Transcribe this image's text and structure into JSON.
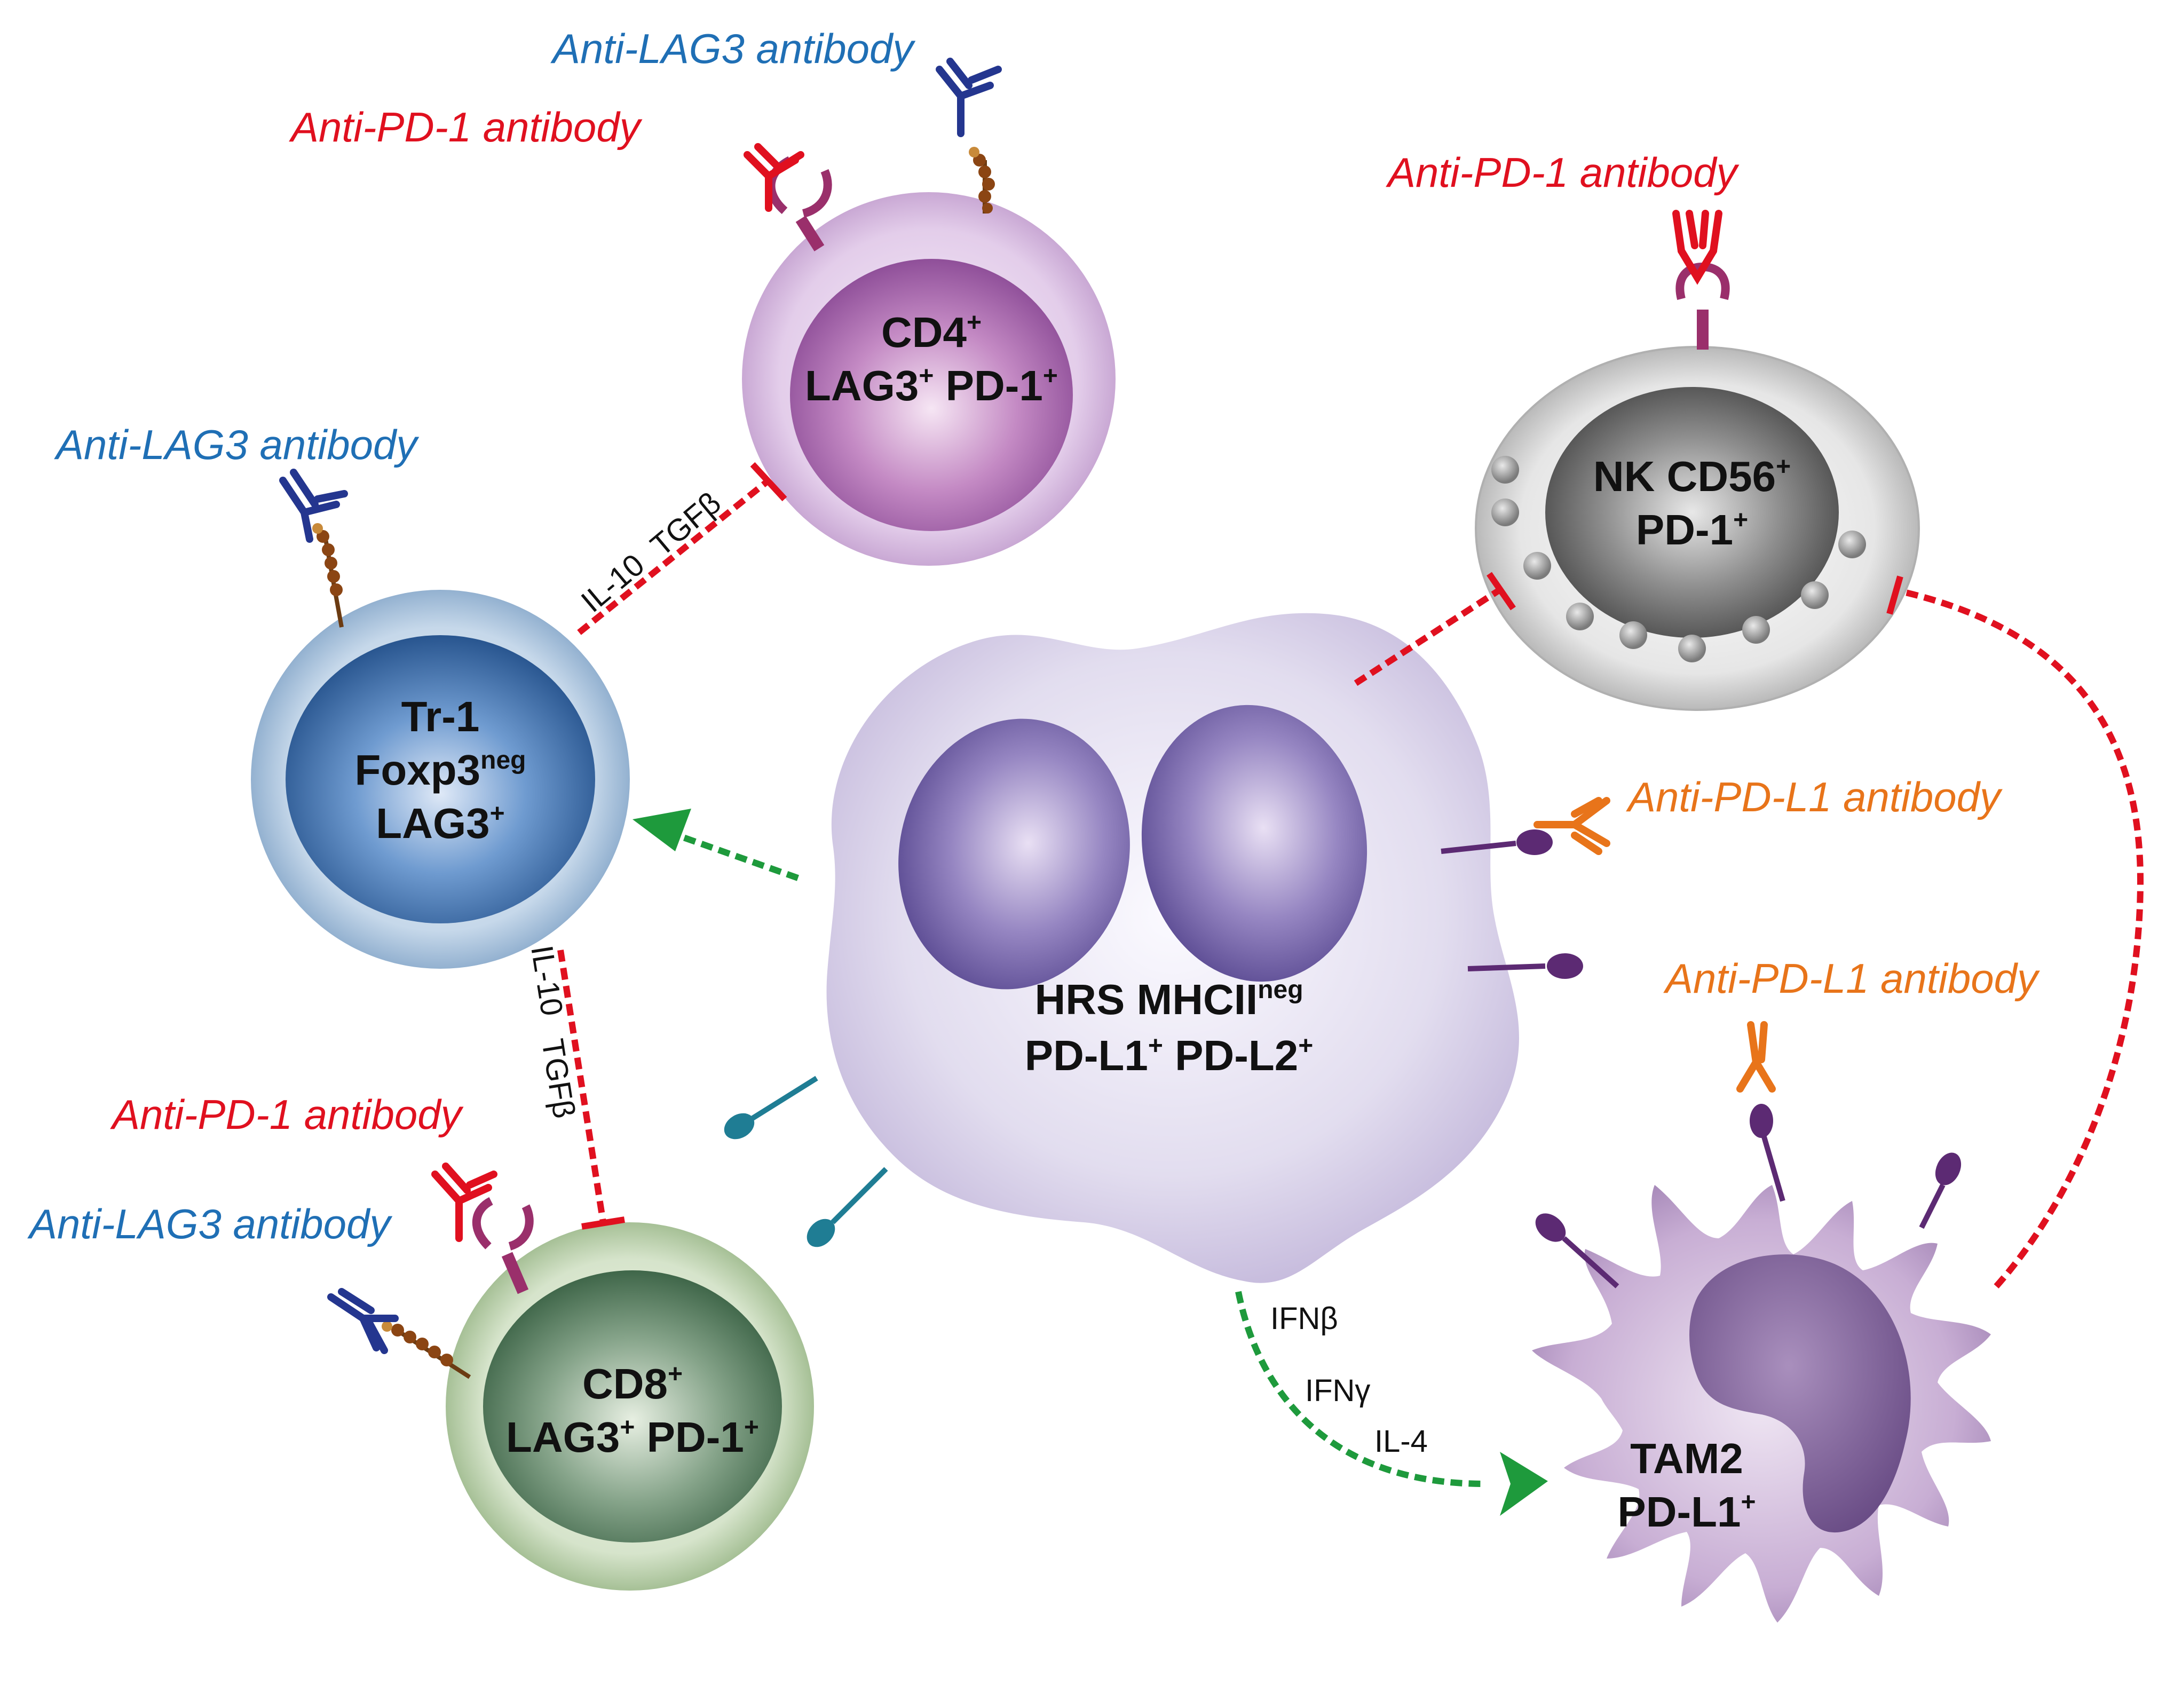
{
  "colors": {
    "pd1": "#e0101f",
    "lag3": "#1f6fb5",
    "pdl1": "#e8741a",
    "inhibit": "#e0101f",
    "promote": "#1e9a3c"
  },
  "labels": {
    "cd4_lag3_ab": "Anti-LAG3 antibody",
    "cd4_pd1_ab": "Anti-PD-1 antibody",
    "nk_pd1_ab": "Anti-PD-1 antibody",
    "tr1_lag3_ab": "Anti-LAG3 antibody",
    "hrs_pdl1_ab": "Anti-PD-L1 antibody",
    "tam_pdl1_ab": "Anti-PD-L1 antibody",
    "cd8_pd1_ab": "Anti-PD-1 antibody",
    "cd8_lag3_ab": "Anti-LAG3 antibody"
  },
  "cells": {
    "cd4": {
      "line1_main": "CD4",
      "line1_sup": "+",
      "line2_a": "LAG3",
      "line2_a_sup": "+",
      "line2_b": " PD-1",
      "line2_b_sup": "+"
    },
    "nk": {
      "line1_main": "NK CD56",
      "line1_sup": "+",
      "line2_main": "PD-1",
      "line2_sup": "+"
    },
    "tr1": {
      "line1": "Tr-1",
      "line2_main": "Foxp3",
      "line2_sup": "neg",
      "line3_main": "LAG3",
      "line3_sup": "+"
    },
    "hrs": {
      "line1_main": "HRS MHCII",
      "line1_sup": "neg",
      "line2_a": "PD-L1",
      "line2_a_sup": "+",
      "line2_b": " PD-L2",
      "line2_b_sup": "+"
    },
    "cd8": {
      "line1_main": "CD8",
      "line1_sup": "+",
      "line2_a": "LAG3",
      "line2_a_sup": "+",
      "line2_b": " PD-1",
      "line2_b_sup": "+"
    },
    "tam2": {
      "line1": "TAM2",
      "line2_main": "PD-L1",
      "line2_sup": "+"
    }
  },
  "cytokines": {
    "tr1_cd4_il10": "IL-10",
    "tr1_cd4_tgfb": "TGFβ",
    "tr1_cd8_il10": "IL-10",
    "tr1_cd8_tgfb": "TGFβ",
    "ifnb": "IFNβ",
    "ifng": "IFNγ",
    "il4": "IL-4"
  }
}
